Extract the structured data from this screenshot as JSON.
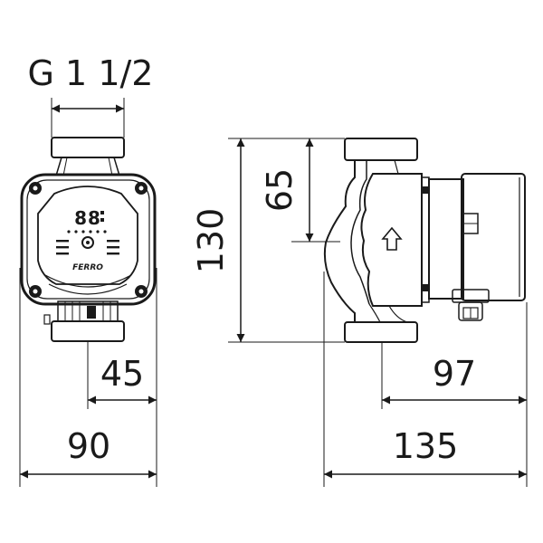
{
  "dimensions": {
    "thread": "G 1 1/2",
    "width_front": "90",
    "offset_front": "45",
    "height": "130",
    "axis_height": "65",
    "length_side": "135",
    "motor_length": "97"
  },
  "pump": {
    "brand": "FERRO",
    "display": "88"
  },
  "colors": {
    "line": "#1a1a1a",
    "background": "#ffffff"
  }
}
